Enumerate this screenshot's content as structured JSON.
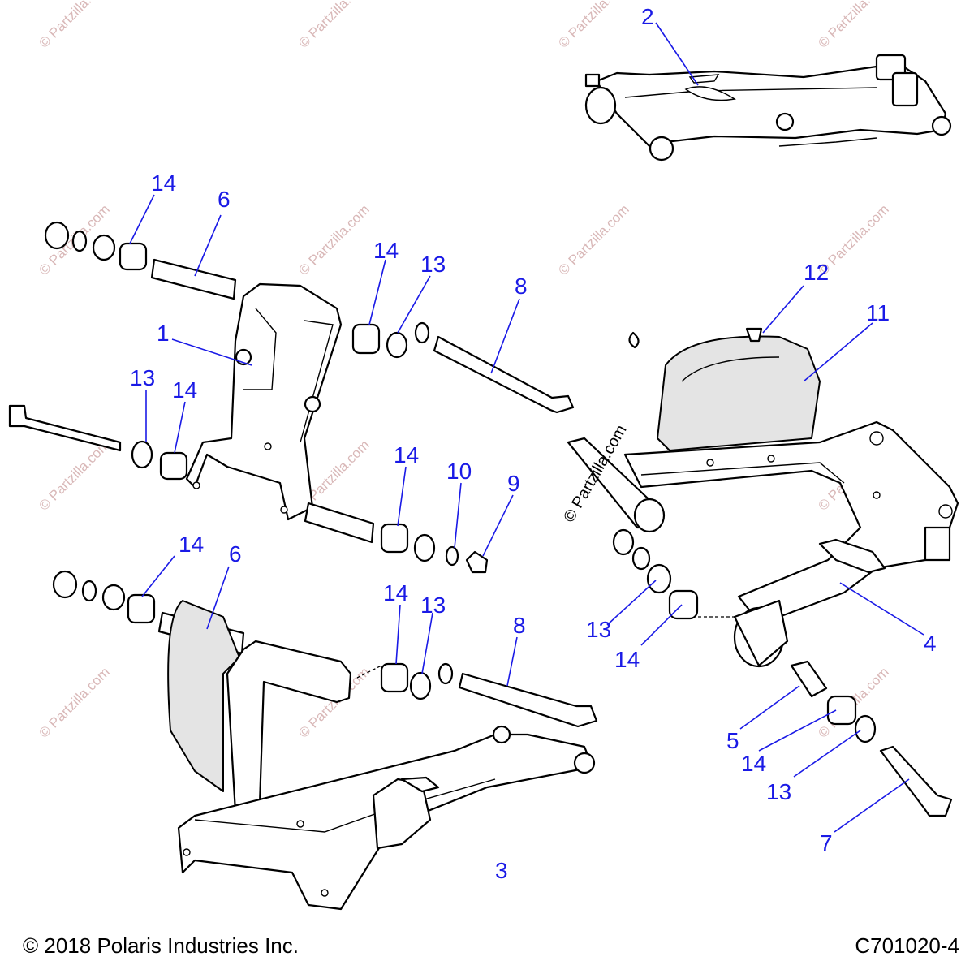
{
  "watermark_text": "© Partzilla.com",
  "center_watermark": "© Partzilla.com",
  "callouts": {
    "c1": "1",
    "c2": "2",
    "c3": "3",
    "c4": "4",
    "c5": "5",
    "c6a": "6",
    "c6b": "6",
    "c7": "7",
    "c8a": "8",
    "c8b": "8",
    "c9": "9",
    "c10": "10",
    "c11": "11",
    "c12": "12",
    "c13a": "13",
    "c13b": "13",
    "c13c": "13",
    "c13d": "13",
    "c13e": "13",
    "c14a": "14",
    "c14b": "14",
    "c14c": "14",
    "c14d": "14",
    "c14e": "14",
    "c14f": "14",
    "c14g": "14",
    "c14h": "14"
  },
  "footer": {
    "copyright": "© 2018 Polaris Industries Inc.",
    "diagram_code": "C701020-4"
  }
}
